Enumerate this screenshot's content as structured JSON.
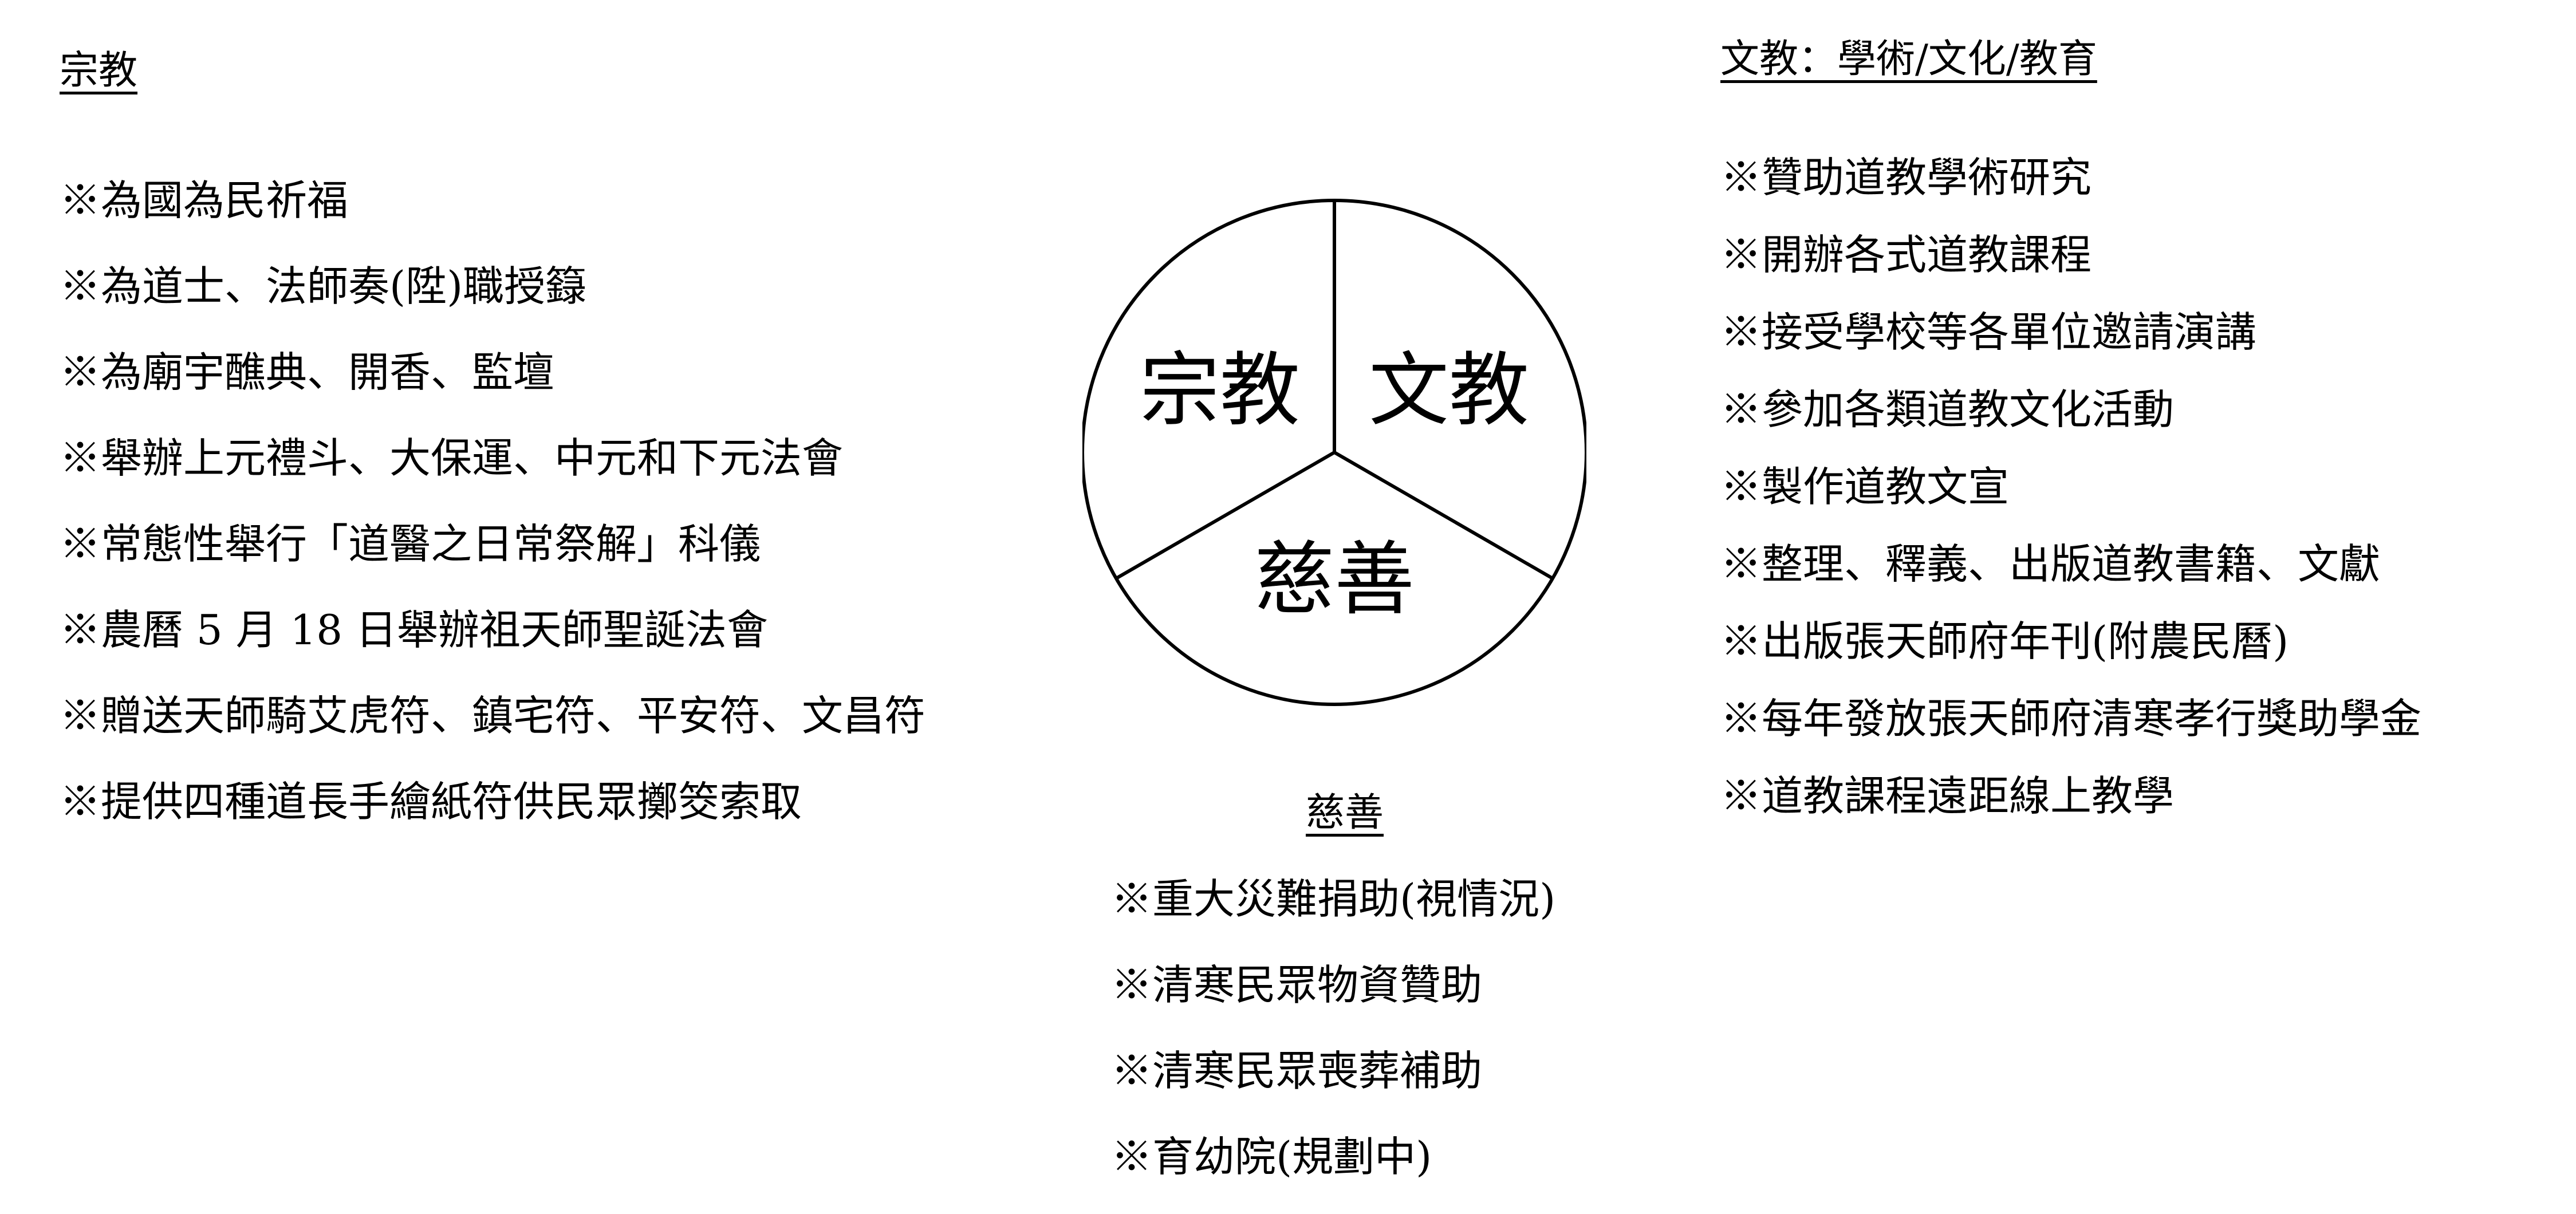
{
  "religion": {
    "heading": "宗教",
    "items": [
      "※為國為民祈福",
      "※為道士、法師奏(陞)職授籙",
      "※為廟宇醮典、開香、監壇",
      "※舉辦上元禮斗、大保運、中元和下元法會",
      "※常態性舉行「道醫之日常祭解」科儀",
      "※農曆 5 月 18 日舉辦祖天師聖誕法會",
      "※贈送天師騎艾虎符、鎮宅符、平安符、文昌符",
      "※提供四種道長手繪紙符供民眾擲筊索取"
    ]
  },
  "culture": {
    "heading": "文教：學術/文化/教育",
    "items": [
      "※贊助道教學術研究",
      "※開辦各式道教課程",
      "※接受學校等各單位邀請演講",
      "※參加各類道教文化活動",
      "※製作道教文宣",
      "※整理、釋義、出版道教書籍、文獻",
      "※出版張天師府年刊(附農民曆)",
      "※每年發放張天師府清寒孝行獎助學金",
      "※道教課程遠距線上教學"
    ]
  },
  "charity": {
    "heading": "慈善",
    "items": [
      "※重大災難捐助(視情況)",
      "※清寒民眾物資贊助",
      "※清寒民眾喪葬補助",
      "※育幼院(規劃中)"
    ]
  },
  "wheel": {
    "labels": {
      "religion": "宗教",
      "culture": "文教",
      "charity": "慈善"
    }
  }
}
